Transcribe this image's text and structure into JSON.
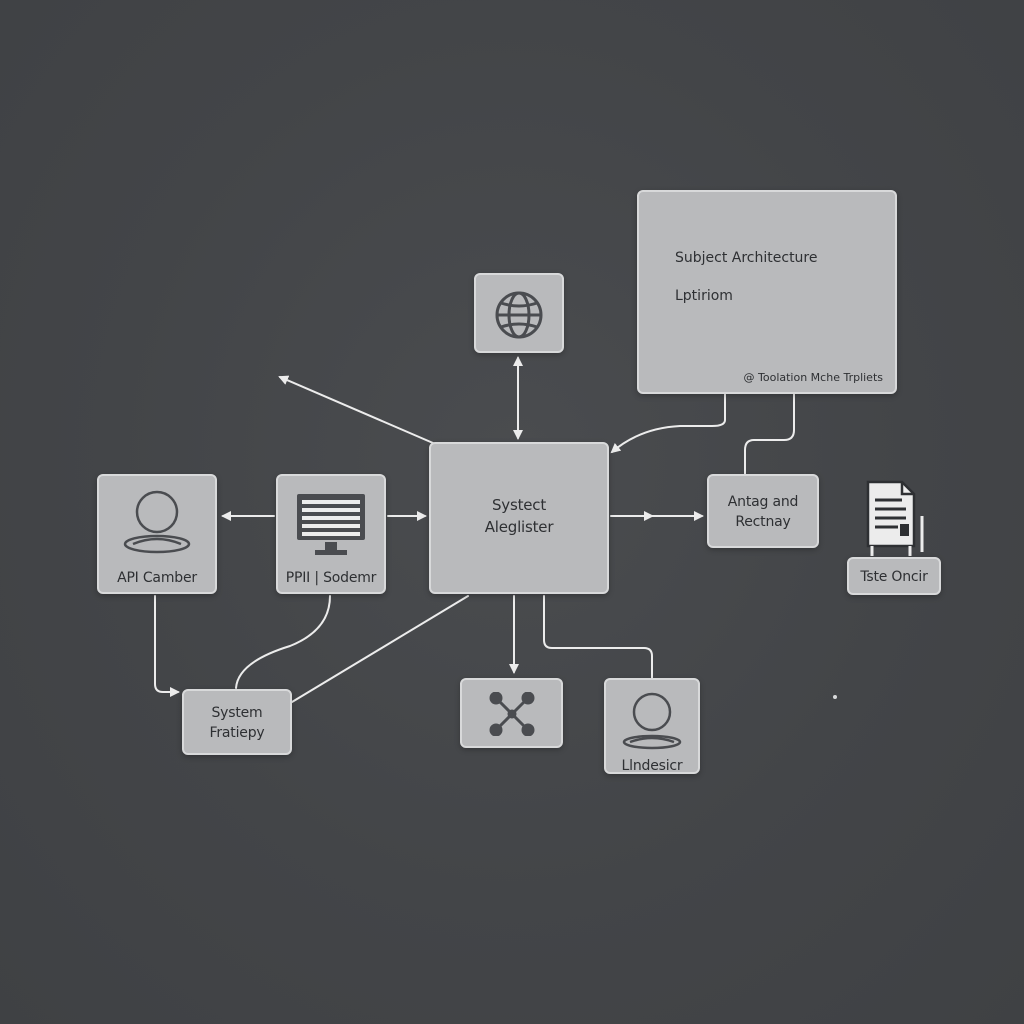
{
  "colors": {
    "background": "#434548",
    "node_fill": "#b9babc",
    "node_border": "#d8d9da",
    "connector": "#ececec",
    "icon_stroke": "#4a4c50",
    "text": "#2e3033"
  },
  "nodes": {
    "globe": {
      "icon": "globe-icon"
    },
    "core": {
      "line1": "Systect",
      "line2": "Aleglister"
    },
    "subject": {
      "title": "Subject Architecture",
      "subtitle": "Lptiriom",
      "footnote": "@ Toolation Mche Trpliets"
    },
    "api": {
      "label": "API Camber",
      "icon": "user-icon"
    },
    "ppii": {
      "label": "PPII | Sodemr",
      "icon": "server-icon"
    },
    "antag": {
      "line1": "Antag and",
      "line2": "Rectnay"
    },
    "tste": {
      "label": "Tste Oncir",
      "icon": "document-icon"
    },
    "system": {
      "line1": "System",
      "line2": "Fratiepy"
    },
    "hub": {
      "icon": "network-hub-icon"
    },
    "user": {
      "label": "Llndesicr",
      "icon": "user-icon"
    }
  }
}
